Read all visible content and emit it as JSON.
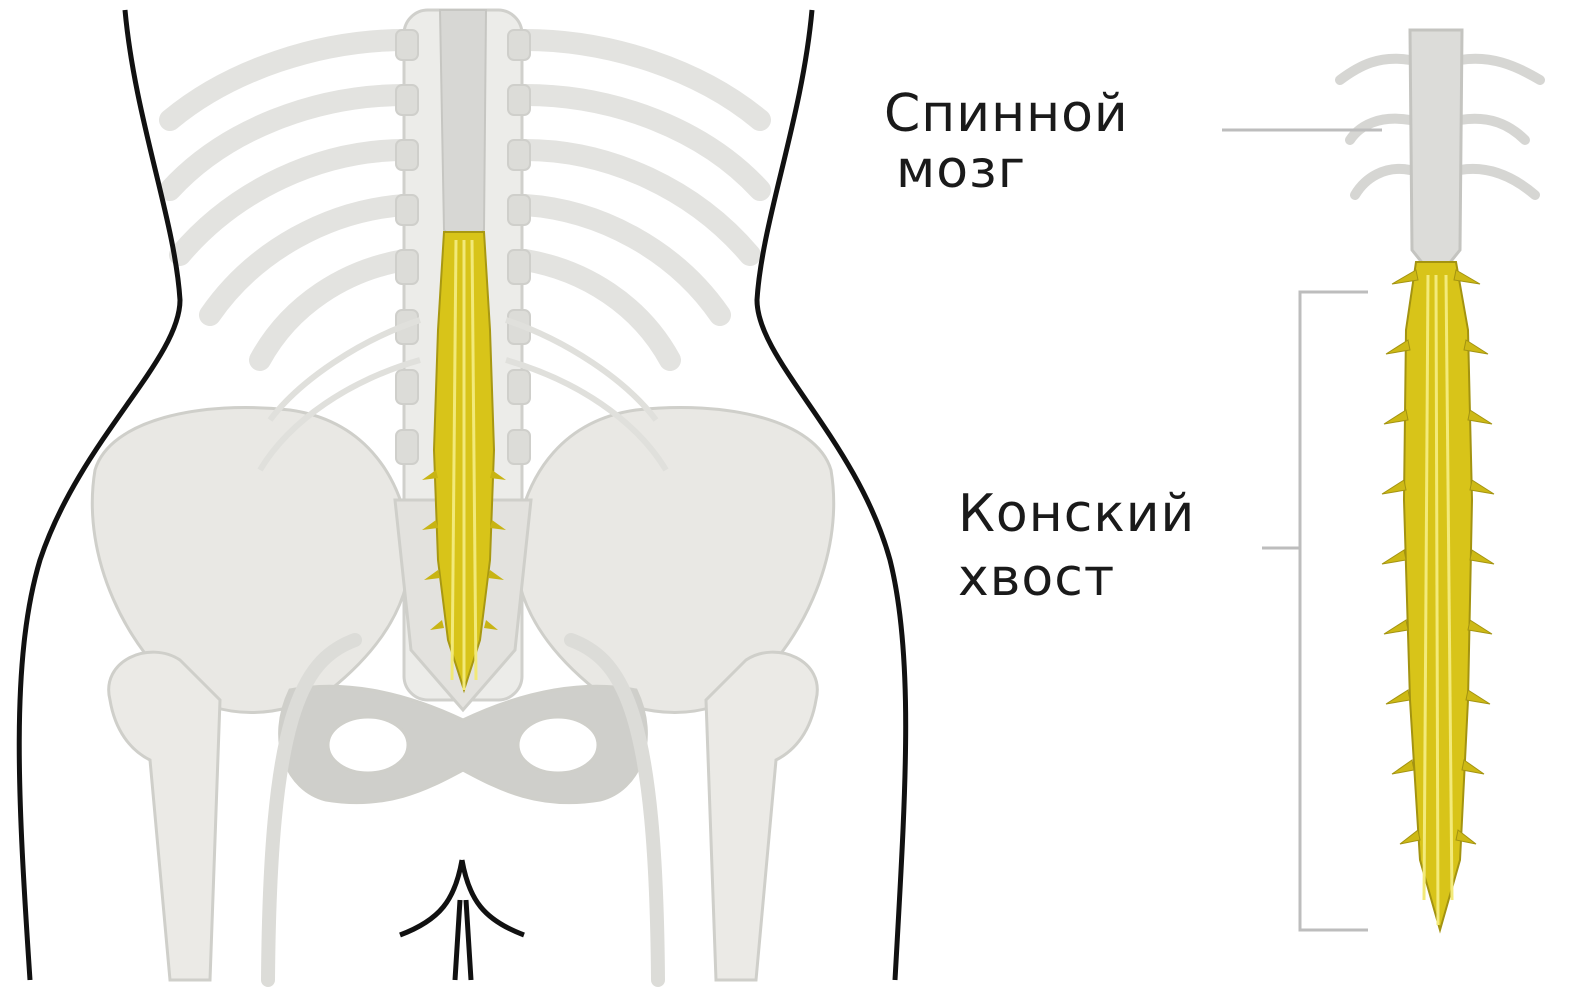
{
  "labels": {
    "spinal_cord_line1": "Спинной",
    "spinal_cord_line2": "мозг",
    "cauda_equina_line1": "Конский",
    "cauda_equina_line2": "хвост"
  },
  "colors": {
    "nerve_yellow": "#d6c21a",
    "nerve_yellow_light": "#eee36a",
    "bone": "#e8e8e4",
    "bone_outline": "#c9c9c4",
    "spine_gray": "#d9d9d6",
    "body_outline": "#111111",
    "leader_line": "#bdbdbd"
  }
}
